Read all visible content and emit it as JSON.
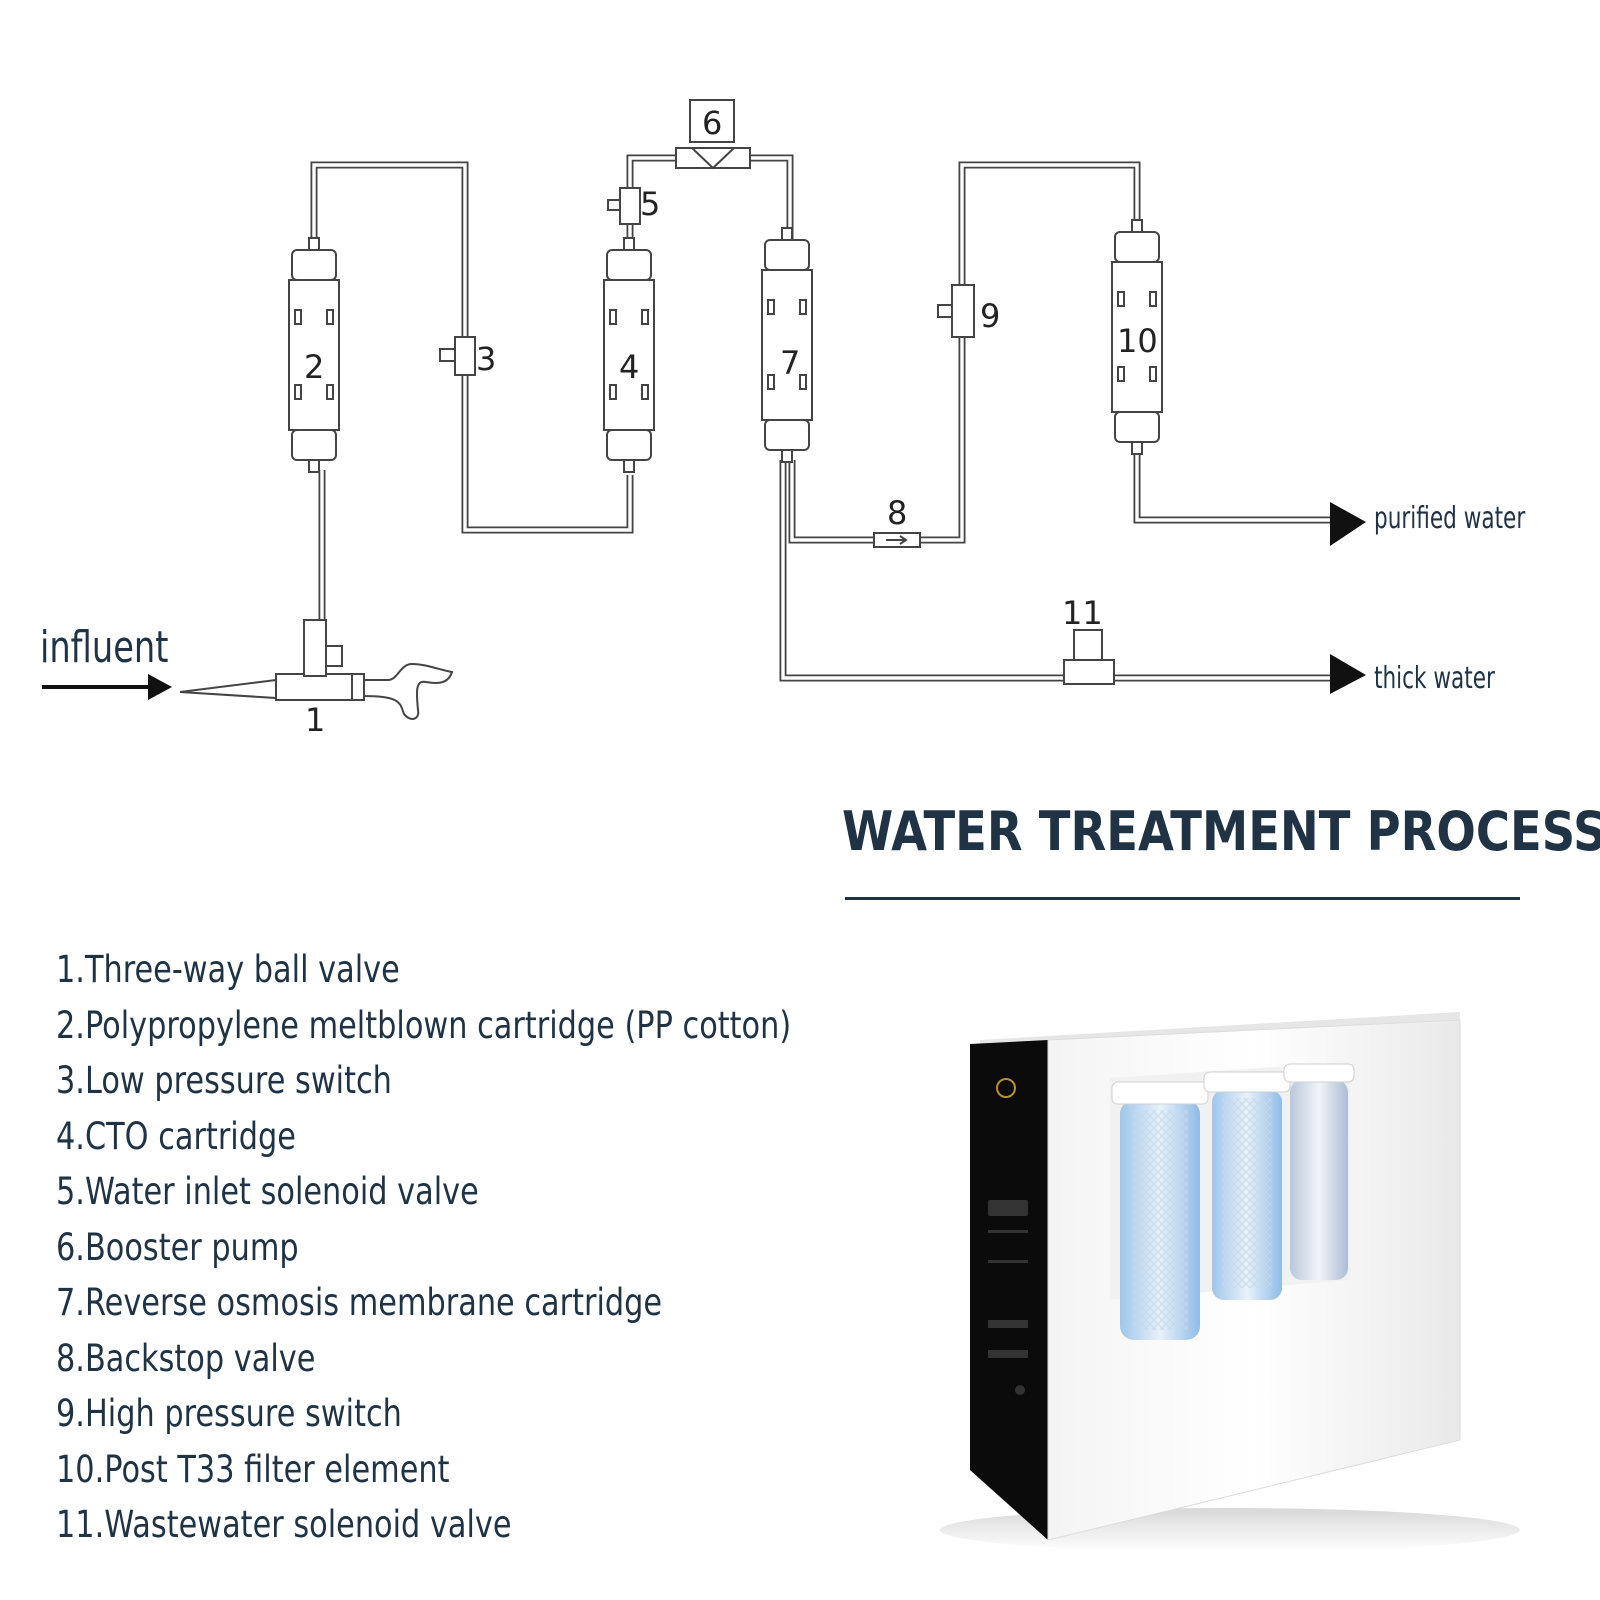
{
  "diagram": {
    "callouts": {
      "c1": "1",
      "c2": "2",
      "c3": "3",
      "c4": "4",
      "c5": "5",
      "c6": "6",
      "c7": "7",
      "c8": "8",
      "c9": "9",
      "c10": "10",
      "c11": "11"
    },
    "influent_label": "influent",
    "purified_label": "purified water",
    "thick_label": "thick water"
  },
  "title": "WATER TREATMENT PROCESS",
  "legend": [
    "1.Three-way ball valve",
    "2.Polypropylene meltblown cartridge (PP cotton)",
    "3.Low pressure switch",
    "4.CTO cartridge",
    "5.Water inlet solenoid valve",
    "6.Booster pump",
    "7.Reverse osmosis membrane cartridge",
    "8.Backstop valve",
    "9.High pressure switch",
    "10.Post T33 filter element",
    "11.Wastewater solenoid valve"
  ],
  "colors": {
    "heading": "#1f3345",
    "line": "#444444",
    "arrow": "#111111"
  }
}
